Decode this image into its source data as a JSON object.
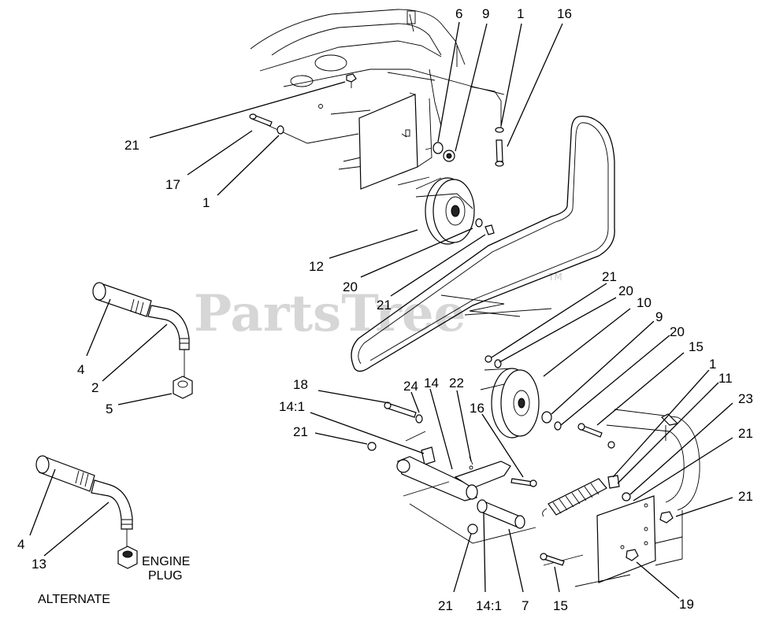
{
  "watermark": {
    "brand": "PartsTree",
    "tm": "TM"
  },
  "labels": {
    "c6": "6",
    "c9a": "9",
    "c1a": "1",
    "c16a": "16",
    "c21a": "21",
    "c17": "17",
    "c1b": "1",
    "c12": "12",
    "c20a": "20",
    "c21b": "21",
    "c4a": "4",
    "c2": "2",
    "c5": "5",
    "c21c": "21",
    "c20b": "20",
    "c10": "10",
    "c9b": "9",
    "c20c": "20",
    "c15a": "15",
    "c1c": "1",
    "c11": "11",
    "c23": "23",
    "c21d": "21",
    "c21e": "21",
    "c18": "18",
    "c24": "24",
    "c14": "14",
    "c22": "22",
    "c16b": "16",
    "c141a": "14:1",
    "c21f": "21",
    "c4b": "4",
    "c13": "13",
    "c21g": "21",
    "c141b": "14:1",
    "c7": "7",
    "c15b": "15",
    "c19": "19"
  },
  "captions": {
    "engine_line1": "ENGINE",
    "engine_line2": "PLUG",
    "alternate": "ALTERNATE"
  }
}
